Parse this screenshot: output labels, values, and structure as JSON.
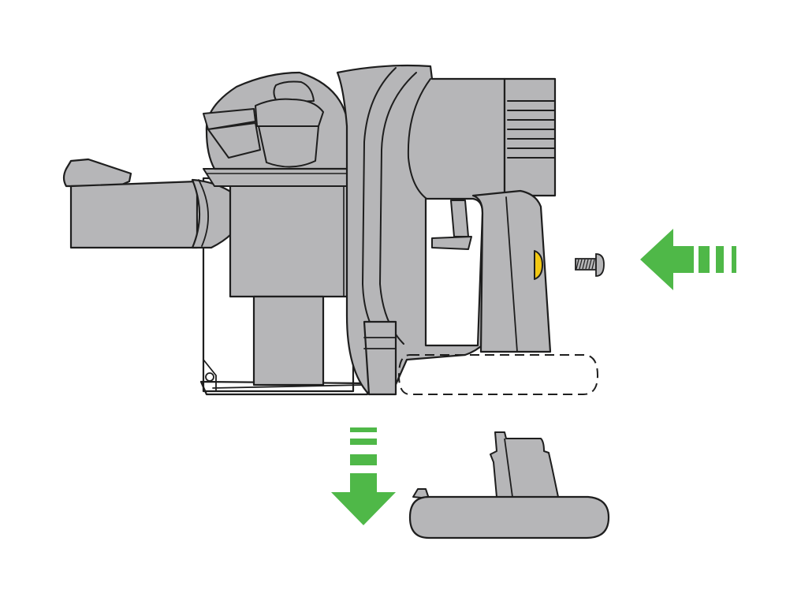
{
  "colors": {
    "body_gray": "#b6b6b8",
    "outline": "#1e1e1e",
    "arrow_green": "#4fb848",
    "trigger_yellow": "#f2c812",
    "background": "#ffffff",
    "bin_clear": "#ffffff"
  },
  "parts": {
    "vacuum": "handheld-vacuum",
    "screw": "screw-icon",
    "battery": "battery-pack",
    "battery_slot": "battery-slot-outline"
  },
  "arrows": {
    "insert_direction": "left",
    "remove_direction": "down"
  }
}
